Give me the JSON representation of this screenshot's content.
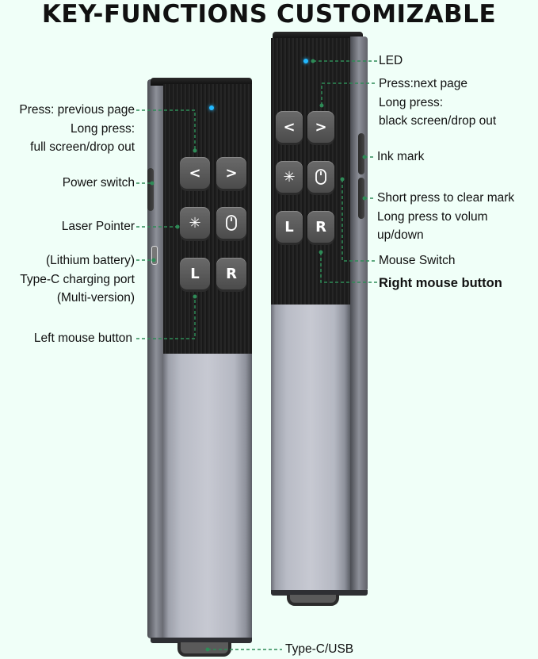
{
  "title": "KEY-FUNCTIONS CUSTOMIZABLE",
  "colors": {
    "background": "#f0fff8",
    "leader_line": "#2e8b57",
    "led": "#22b8ff",
    "dark_panel": "#1c1c1c",
    "button": "#5a5a5a"
  },
  "left_labels": {
    "previous_page": "Press: previous page",
    "previous_long_press": "Long press:",
    "previous_long_action": "full screen/drop out",
    "power_switch": "Power switch",
    "laser_pointer": "Laser Pointer",
    "battery": "(Lithium battery)",
    "charging_port": "Type-C charging port",
    "multi_version": "(Multi-version)",
    "left_mouse": "Left mouse button"
  },
  "right_labels": {
    "led": "LED",
    "next_page": "Press:next page",
    "next_long_press": "Long press:",
    "next_long_action": "black screen/drop out",
    "ink_mark": "Ink mark",
    "clear_mark": "Short press to clear mark",
    "volume_1": "Long press to volum",
    "volume_2": "up/down",
    "mouse_switch": "Mouse Switch",
    "right_mouse": "Right mouse button"
  },
  "bottom_label": "Type-C/USB",
  "buttons": {
    "prev": "<",
    "next": ">",
    "laser": "✳",
    "mouse": "mouse-icon",
    "left": "L",
    "right": "R"
  }
}
